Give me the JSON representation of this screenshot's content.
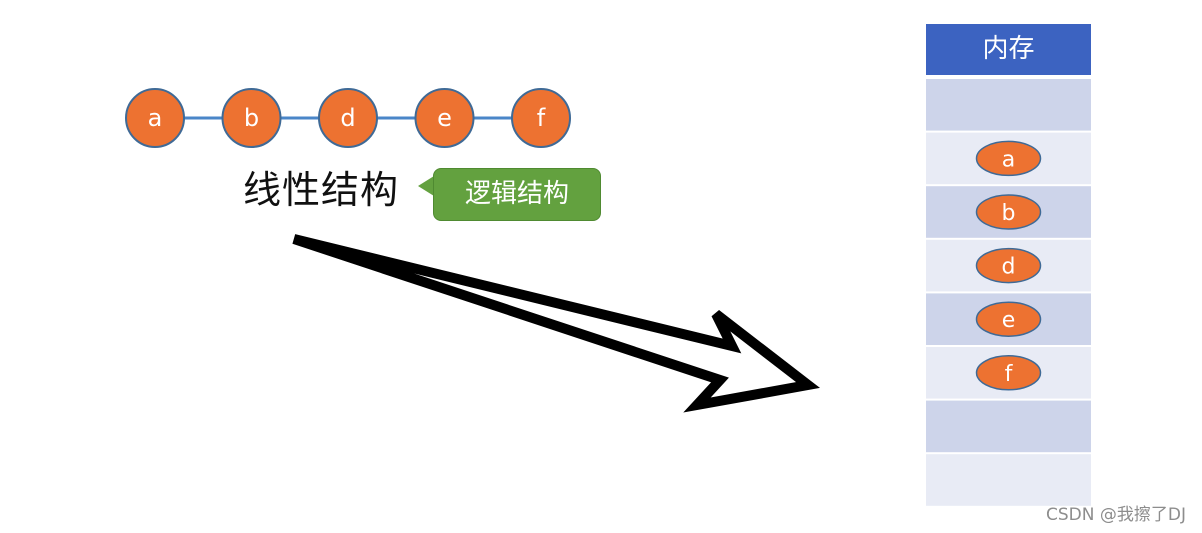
{
  "chain": {
    "nodes": [
      "a",
      "b",
      "d",
      "e",
      "f"
    ],
    "fill_color": "#ed7231",
    "border_color": "#3f6a96",
    "link_color": "#4a86c8"
  },
  "structure_label": "线性结构",
  "callout": {
    "text": "逻辑结构",
    "color": "#63a13f"
  },
  "memory": {
    "header": "内存",
    "header_color": "#3c63c1",
    "cells": [
      "",
      "a",
      "b",
      "d",
      "e",
      "f",
      "",
      ""
    ],
    "cell_colors": [
      "#cdd4ea",
      "#e8ebf5"
    ]
  },
  "arrow": {
    "color": "#000000",
    "meaning": "mapping-logical-to-memory"
  },
  "watermark": "CSDN @我擦了DJ"
}
